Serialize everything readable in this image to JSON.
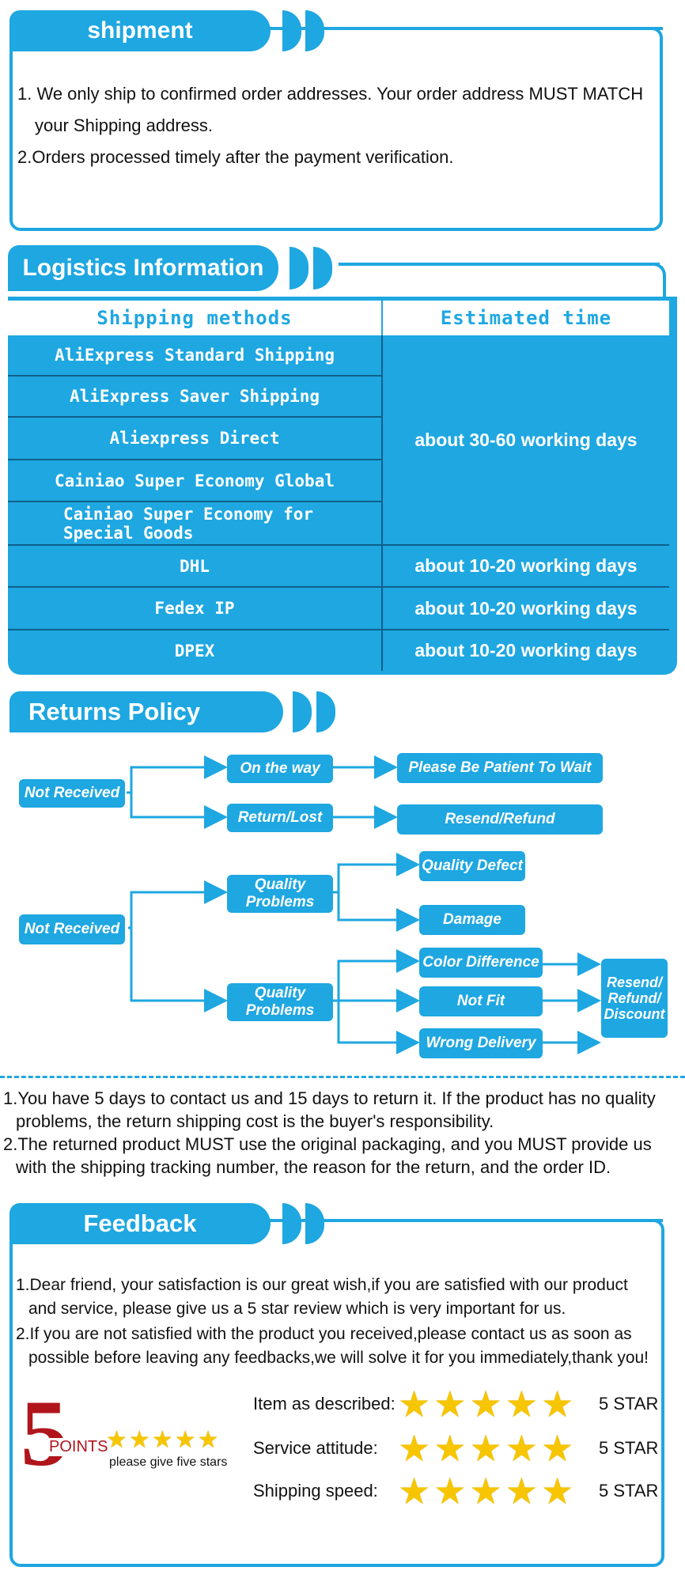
{
  "shipment": {
    "title": "shipment",
    "lines": [
      "1. We only ship to confirmed order addresses. Your order address MUST MATCH",
      "your Shipping address.",
      "2.Orders processed timely after the payment verification."
    ]
  },
  "logistics": {
    "title": "Logistics Information",
    "col_method": "Shipping methods",
    "col_time": "Estimated time",
    "methods": [
      "AliExpress Standard Shipping",
      "AliExpress Saver Shipping",
      "Aliexpress Direct",
      "Cainiao Super Economy Global",
      "Cainiao Super Economy for Special Goods",
      "DHL",
      "Fedex IP",
      "DPEX"
    ],
    "time_group": "about 30-60 working days",
    "times": [
      "about 10-20 working days",
      "about 10-20 working days",
      "about 10-20 working days"
    ]
  },
  "returns": {
    "title": "Returns Policy",
    "flow1": {
      "root": "Not Received",
      "on_the_way": "On the way",
      "return_lost": "Return/Lost",
      "wait": "Please Be Patient To Wait",
      "resend_refund": "Resend/Refund"
    },
    "flow2": {
      "root": "Not Received",
      "quality1": "Quality Problems",
      "quality2": "Quality Problems",
      "defect": "Quality Defect",
      "damage": "Damage",
      "color": "Color Difference",
      "notfit": "Not Fit",
      "wrong": "Wrong Delivery",
      "outcome": "Resend/ Refund/ Discount"
    },
    "notes": [
      "1.You have 5 days to contact us and 15 days to return it. If the product has no quality",
      "problems, the return shipping cost is the buyer's responsibility.",
      "2.The returned product MUST use the original packaging, and you MUST provide us",
      "with the shipping tracking number, the reason for the return, and the order ID."
    ]
  },
  "feedback": {
    "title": "Feedback",
    "lines": [
      "1.Dear friend, your satisfaction is our great wish,if you are satisfied with our product",
      "and service, please give us a 5 star review which is very important for us.",
      "2.If you are not satisfied with the product you received,please contact us as soon as",
      "possible before leaving any feedbacks,we will solve it for you immediately,thank you!"
    ],
    "badge_number": "5",
    "badge_word": "POINTS",
    "badge_caption": "please give five stars",
    "ratings": [
      {
        "label": "Item as described:",
        "value": "5 STAR",
        "stars": 5
      },
      {
        "label": "Service attitude:",
        "value": "5 STAR",
        "stars": 5
      },
      {
        "label": "Shipping speed:",
        "value": "5 STAR",
        "stars": 5
      }
    ]
  },
  "colors": {
    "accent": "#1ea7e1",
    "star": "#f7c600",
    "badge": "#b0151c"
  }
}
